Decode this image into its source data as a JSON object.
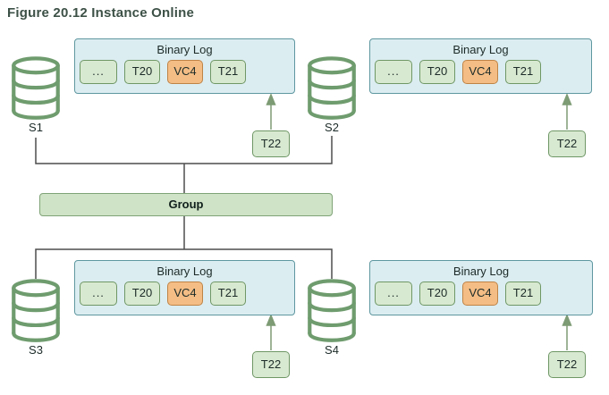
{
  "title": "Figure 20.12 Instance Online",
  "group": {
    "label": "Group"
  },
  "servers": [
    {
      "name": "S1"
    },
    {
      "name": "S2"
    },
    {
      "name": "S3"
    },
    {
      "name": "S4"
    }
  ],
  "binary_logs": [
    {
      "title": "Binary Log",
      "entries": [
        "...",
        "T20",
        "VC4",
        "T21"
      ],
      "highlighted_entry": "VC4",
      "pending": "T22"
    },
    {
      "title": "Binary Log",
      "entries": [
        "...",
        "T20",
        "VC4",
        "T21"
      ],
      "highlighted_entry": "VC4",
      "pending": "T22"
    },
    {
      "title": "Binary Log",
      "entries": [
        "...",
        "T20",
        "VC4",
        "T21"
      ],
      "highlighted_entry": "VC4",
      "pending": "T22"
    },
    {
      "title": "Binary Log",
      "entries": [
        "...",
        "T20",
        "VC4",
        "T21"
      ],
      "highlighted_entry": "VC4",
      "pending": "T22"
    }
  ],
  "colors": {
    "title_text": "#3d5147",
    "binlog_fill": "#dcedf1",
    "binlog_border": "#5e97a0",
    "cell_fill": "#d8e9d1",
    "cell_border": "#6f9766",
    "highlight_fill": "#f4bd85",
    "highlight_border": "#bf8446",
    "group_fill": "#cfe3c6",
    "group_border": "#7fa377",
    "cylinder_stroke": "#6f9c6e",
    "connector_line": "#4d4d4d",
    "arrow": "#7d9b74"
  }
}
